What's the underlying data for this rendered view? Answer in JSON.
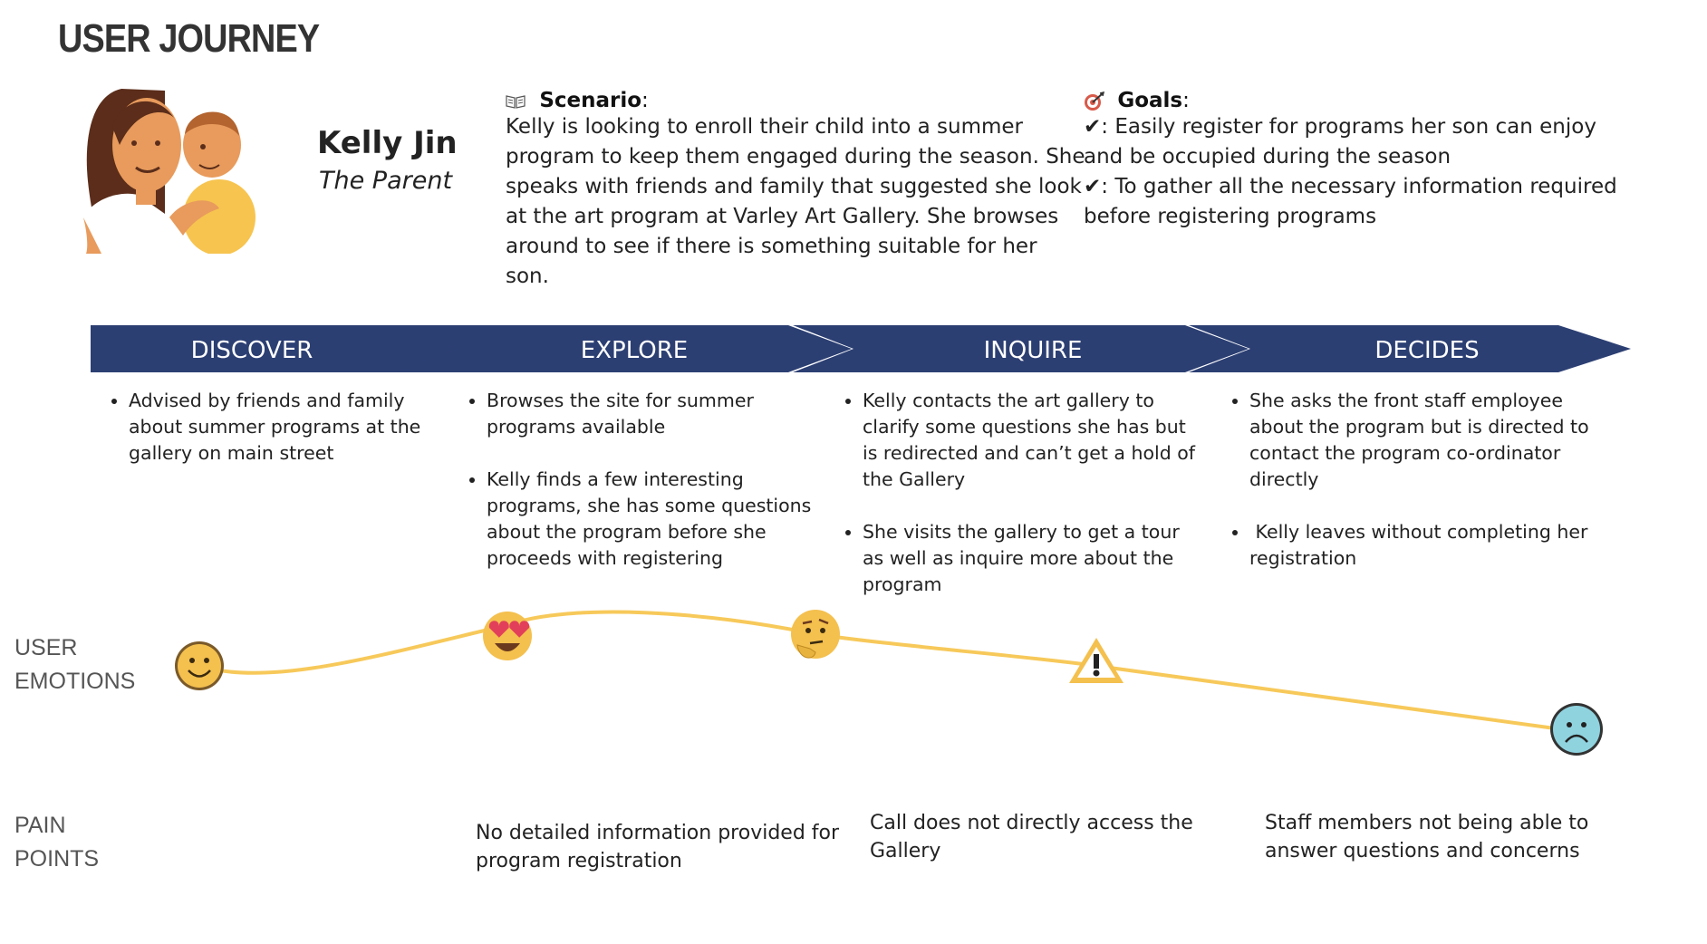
{
  "title": "USER JOURNEY",
  "persona": {
    "name": "Kelly Jin",
    "role": "The Parent"
  },
  "scenario": {
    "icon": "open-book-icon",
    "heading": "Scenario",
    "text": "Kelly is looking to enroll their child into a summer program to keep them engaged during the season. She speaks with friends and family that suggested she look at the art program at Varley Art Gallery. She browses around to see if there is something suitable for her son."
  },
  "goals": {
    "icon": "target-icon",
    "heading": "Goals",
    "items": [
      "✔: Easily register for programs her son can enjoy and be occupied during the season",
      "✔: To gather all the necessary information required before registering programs"
    ]
  },
  "stages": [
    {
      "label": "DISCOVER",
      "actions": [
        "Advised by friends and family about summer programs at the gallery on main street"
      ]
    },
    {
      "label": "EXPLORE",
      "actions": [
        "Browses the site for summer programs available",
        "Kelly finds a few interesting programs, she has some questions about the program before she proceeds with registering"
      ]
    },
    {
      "label": "INQUIRE",
      "actions": [
        "Kelly contacts the art gallery to clarify some questions she has but is redirected and can’t get a hold of the Gallery",
        "She visits the gallery to get a tour as well as inquire more about the program"
      ]
    },
    {
      "label": "DECIDES",
      "actions": [
        "She asks the front staff employee about the program but is directed to contact the program co-ordinator directly",
        " Kelly leaves without completing her registration"
      ]
    }
  ],
  "rows": {
    "emotions_label": [
      "USER",
      "EMOTIONS"
    ],
    "pain_label": [
      "PAIN",
      "POINTS"
    ]
  },
  "emotions": [
    {
      "stage": "DISCOVER",
      "icon": "smiling-face-icon"
    },
    {
      "stage": "EXPLORE",
      "icon": "heart-eyes-face-icon"
    },
    {
      "stage": "EXPLORE",
      "icon": "thinking-face-icon"
    },
    {
      "stage": "INQUIRE",
      "icon": "warning-icon"
    },
    {
      "stage": "DECIDES",
      "icon": "frowning-face-icon"
    }
  ],
  "pain_points": {
    "DISCOVER": "",
    "EXPLORE": "No detailed information provided for program registration",
    "INQUIRE": "Call does not directly access the Gallery",
    "DECIDES": "Staff members not being able to answer questions and concerns"
  },
  "colors": {
    "stage_band": "#2c3f73",
    "emotion_curve": "#f7c95a",
    "face_yellow": "#f4c04e",
    "sad_face": "#8fd3df",
    "warning": "#f4c04e"
  }
}
